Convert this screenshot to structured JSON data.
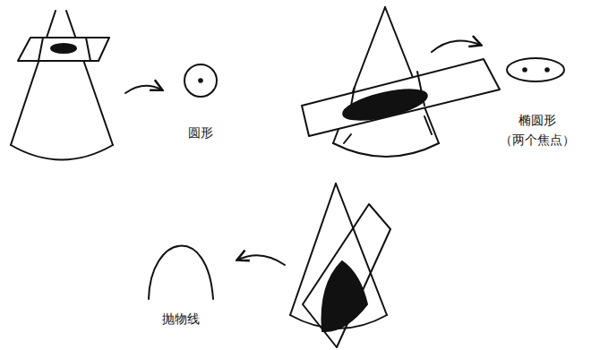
{
  "diagram": {
    "labels": [
      "圆形",
      "椭圆形",
      "（两个焦点）",
      "抛物线"
    ]
  }
}
